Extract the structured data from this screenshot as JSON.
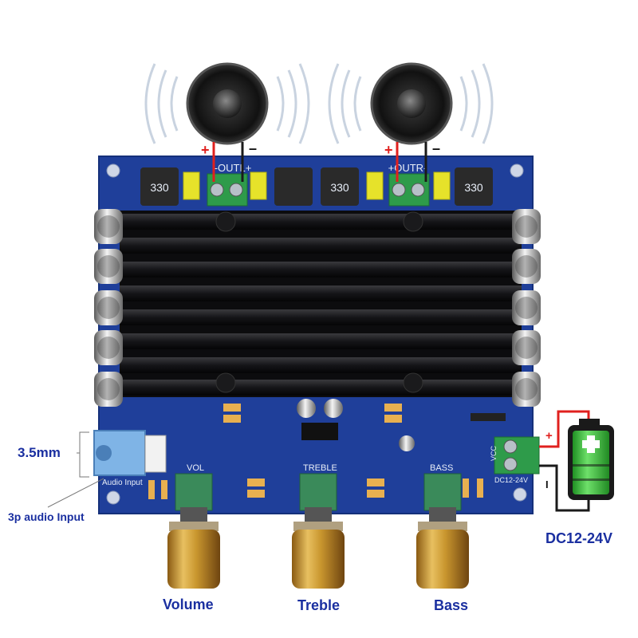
{
  "callouts": {
    "jack": "3.5mm",
    "audio_input": "3p audio Input",
    "volume": "Volume",
    "treble": "Treble",
    "bass": "Bass",
    "power": "DC12-24V"
  },
  "board_silkscreen": {
    "out_left": "-OUTL+",
    "out_right": "+OUTR-",
    "vol": "VOL",
    "treble": "TREBLE",
    "bass": "BASS",
    "audio_input": "Audio Input",
    "vcc": "VCC",
    "dc_in": "DC12-24V",
    "inductor": "330"
  },
  "polarity": {
    "plus": "+",
    "minus": "–",
    "dc_minus": "I"
  },
  "colors": {
    "board": "#1f3f9a",
    "heatsink": "#141416",
    "brass": "#c9962e",
    "terminal": "#2e9b4a",
    "battery": "#3bb83b",
    "positive_wire": "#e0201e",
    "negative_wire": "#1a1a1a",
    "label": "#1a2fa0"
  }
}
